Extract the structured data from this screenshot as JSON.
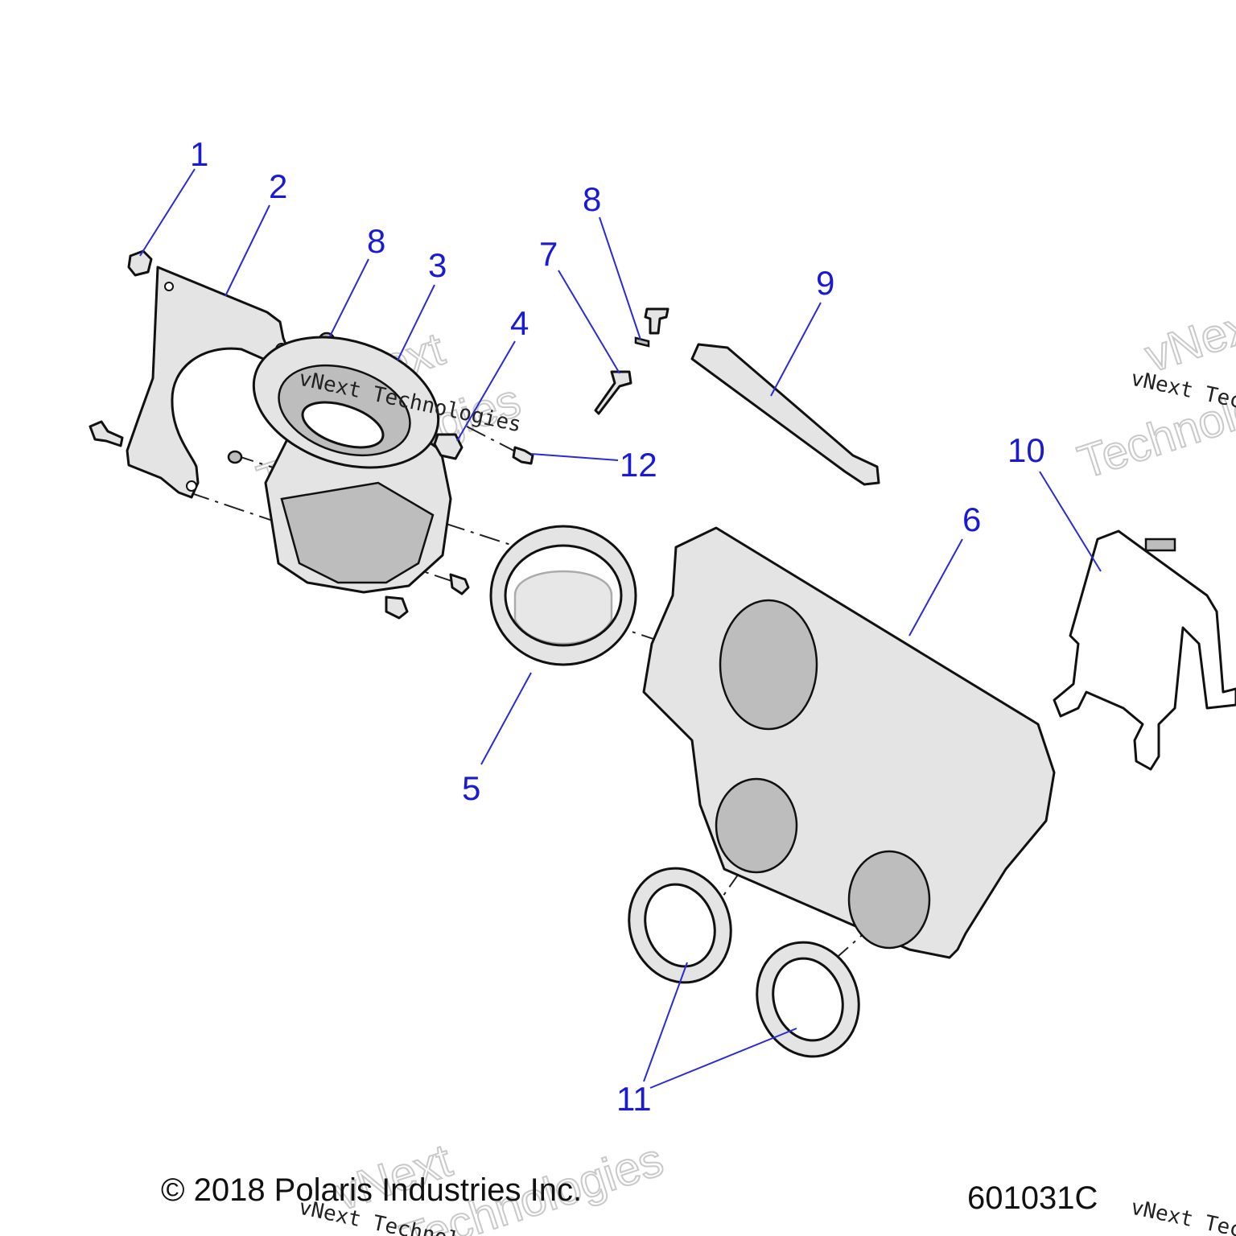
{
  "callouts": [
    {
      "label": "1"
    },
    {
      "label": "2"
    },
    {
      "label": "8"
    },
    {
      "label": "3"
    },
    {
      "label": "4"
    },
    {
      "label": "7"
    },
    {
      "label": "8"
    },
    {
      "label": "9"
    },
    {
      "label": "12"
    },
    {
      "label": "10"
    },
    {
      "label": "6"
    },
    {
      "label": "5"
    },
    {
      "label": "11"
    }
  ],
  "watermark": {
    "line": "vNext Technologies",
    "word1": "vNext",
    "word2": "Technologies"
  },
  "footer": {
    "copyright": "© 2018 Polaris Industries Inc.",
    "diagram_id": "601031C"
  },
  "colors": {
    "callout": "#1a1ad6",
    "part_fill": "#e4e4e4",
    "outline": "#111111"
  }
}
